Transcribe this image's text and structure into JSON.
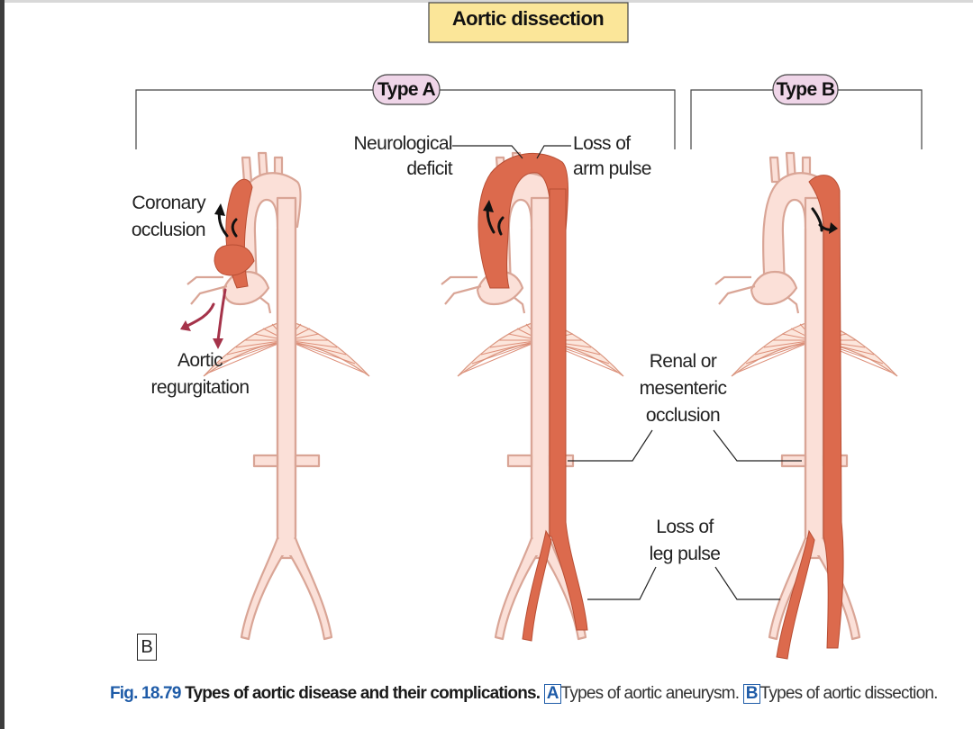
{
  "title": "Aortic dissection",
  "types": {
    "a": "Type A",
    "b": "Type B"
  },
  "labels": {
    "coronary_1": "Coronary",
    "coronary_2": "occlusion",
    "regurg_1": "Aortic",
    "regurg_2": "regurgitation",
    "neuro_1": "Neurological",
    "neuro_2": "deficit",
    "arm_1": "Loss of",
    "arm_2": "arm pulse",
    "renal_1": "Renal or",
    "renal_2": "mesenteric",
    "renal_3": "occlusion",
    "leg_1": "Loss of",
    "leg_2": "leg pulse"
  },
  "panel_label": "B",
  "caption": {
    "fig": "Fig. 18.79",
    "lead": "Types of aortic disease and their complications.",
    "a_box": "A",
    "a_text": "Types of aortic aneurysm.",
    "b_box": "B",
    "b_text": "Types of aortic dissection."
  },
  "colors": {
    "aorta_fill": "#fbe0d8",
    "aorta_stroke": "#d9a596",
    "dissection": "#dc6a4d",
    "title_box": "#fbe699",
    "pill": "#efd5e8",
    "arrow_maroon": "#a5334a"
  }
}
